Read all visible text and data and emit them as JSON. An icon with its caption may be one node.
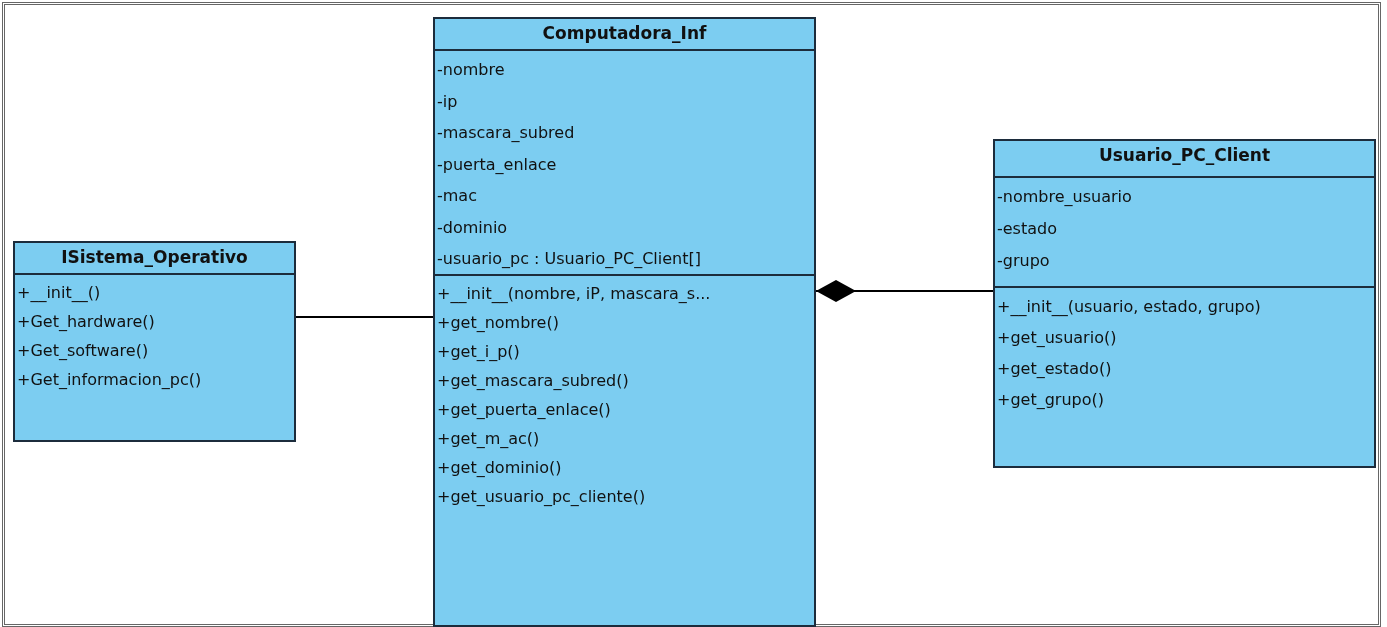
{
  "diagram": {
    "nodes": [
      {
        "text": [
          "ISistema_Operativo"
        ]
      },
      {
        "text": [
          "+__init__()",
          "+Get_hardware()",
          "+Get_software()",
          "+Get_informacion_pc()"
        ],
        "in": 0
      },
      {
        "text": [
          "Computadora_Inf"
        ]
      },
      {
        "text": [
          "-nombre",
          "-ip",
          "-mascara_subred",
          "-puerta_enlace",
          "-mac",
          "-dominio",
          "-usuario_pc : Usuario_PC_Client[]"
        ],
        "in": 2
      },
      {
        "text": [
          "+__init__(nombre, iP, mascara_s...",
          "+get_nombre()",
          "+get_i_p()",
          "+get_mascara_subred()",
          "+get_puerta_enlace()",
          "+get_m_ac()",
          "+get_dominio()",
          "+get_usuario_pc_cliente()"
        ],
        "in": 2
      },
      {
        "text": [
          "Usuario_PC_Client"
        ]
      },
      {
        "text": [
          "-nombre_usuario",
          "-estado",
          "-grupo"
        ],
        "in": 5
      },
      {
        "text": [
          "+__init__(usuario, estado, grupo)",
          "+get_usuario()",
          "+get_estado()",
          "+get_grupo()"
        ],
        "in": 5
      }
    ],
    "edges": [
      {
        "from": 0,
        "to": 2,
        "arrow": "none"
      },
      {
        "from": 5,
        "to": 2,
        "arrow": "other"
      }
    ]
  }
}
